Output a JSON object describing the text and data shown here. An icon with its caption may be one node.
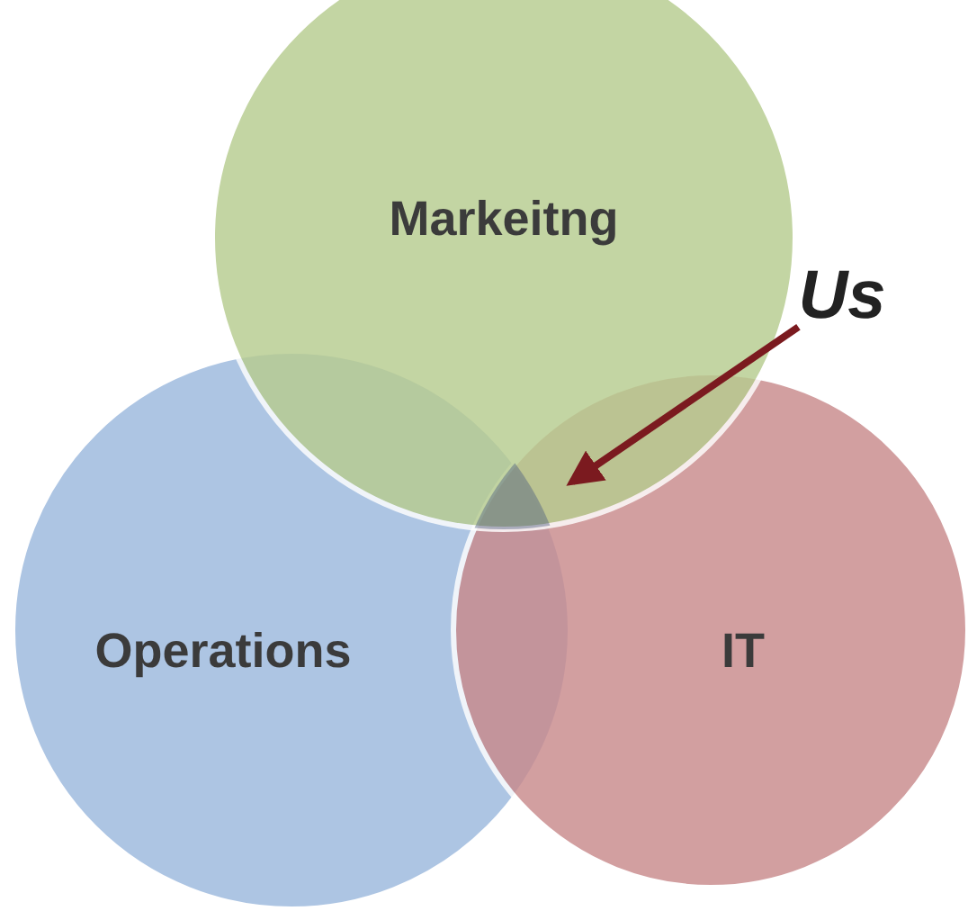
{
  "diagram": {
    "nodes": [
      {
        "text": [
          "Markeitng"
        ]
      },
      {
        "text": [
          "Operations"
        ]
      },
      {
        "text": [
          "IT"
        ]
      },
      {
        "text": [
          "Us"
        ]
      },
      {
        "text": [],
        "shape": "region"
      }
    ],
    "edges": [
      {
        "from": 3,
        "to": 4,
        "arrow": "to"
      }
    ]
  }
}
